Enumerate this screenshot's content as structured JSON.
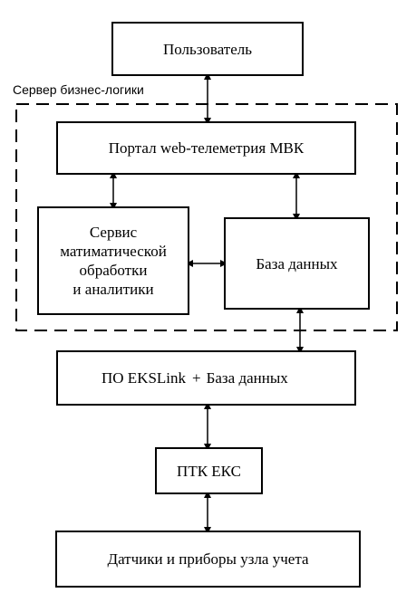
{
  "diagram": {
    "server_label": "Сервер бизнес-логики",
    "nodes": {
      "user": "Пользователь",
      "portal": "Портал web-телеметрия МВК",
      "service_lines": [
        "Сервис",
        "матиматической",
        "обработки",
        "и аналитики"
      ],
      "database": "База данных",
      "eks_prefix": "ПО EKSLink",
      "eks_plus": "+",
      "eks_db": "База данных",
      "ptk": "ПТК ЕКС",
      "sensors": "Датчики и приборы узла учета"
    }
  }
}
